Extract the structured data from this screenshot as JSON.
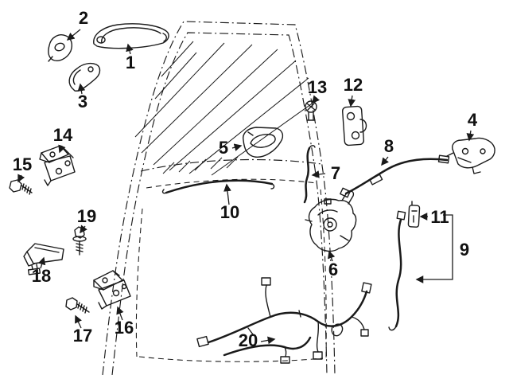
{
  "diagram": {
    "kind": "exploded-parts-diagram",
    "colors": {
      "line": "#1a1a1a",
      "bg": "#ffffff"
    },
    "callouts": [
      {
        "label": "1",
        "part": "exterior-door-handle"
      },
      {
        "label": "2",
        "part": "handle-bracket-cap"
      },
      {
        "label": "3",
        "part": "handle-gasket"
      },
      {
        "label": "4",
        "part": "exterior-handle-bracket"
      },
      {
        "label": "5",
        "part": "interior-door-handle"
      },
      {
        "label": "6",
        "part": "door-latch-assembly"
      },
      {
        "label": "7",
        "part": "lock-rod"
      },
      {
        "label": "8",
        "part": "latch-release-cable"
      },
      {
        "label": "9",
        "part": "lock-cable"
      },
      {
        "label": "10",
        "part": "handle-rod"
      },
      {
        "label": "11",
        "part": "cable-clip"
      },
      {
        "label": "12",
        "part": "door-striker"
      },
      {
        "label": "13",
        "part": "striker-screw"
      },
      {
        "label": "14",
        "part": "upper-hinge"
      },
      {
        "label": "15",
        "part": "hinge-bolt"
      },
      {
        "label": "16",
        "part": "lower-hinge"
      },
      {
        "label": "17",
        "part": "hinge-bolt"
      },
      {
        "label": "18",
        "part": "door-check-strap"
      },
      {
        "label": "19",
        "part": "check-bolt"
      },
      {
        "label": "20",
        "part": "door-wiring-harness"
      }
    ]
  }
}
